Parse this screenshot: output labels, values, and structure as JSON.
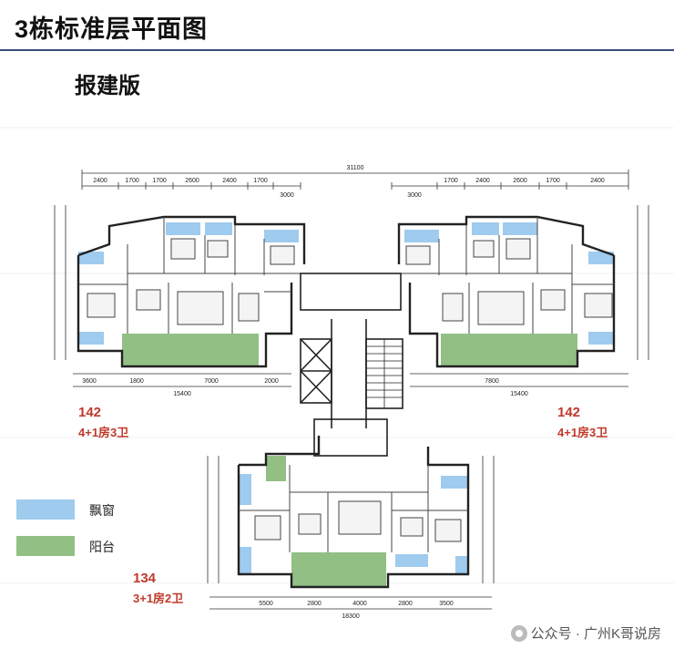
{
  "header": {
    "title": "3栋标准层平面图",
    "subtitle": "报建版"
  },
  "units": [
    {
      "area": "142",
      "type": "4+1房3卫"
    },
    {
      "area": "142",
      "type": "4+1房3卫"
    },
    {
      "area": "134",
      "type": "3+1房2卫"
    }
  ],
  "legend": [
    {
      "label": "飘窗",
      "color": "#9fcbee"
    },
    {
      "label": "阳台",
      "color": "#92bf84"
    }
  ],
  "dimensions": {
    "overall_top": "31100",
    "left_top": [
      "2400",
      "1700",
      "1700",
      "2600",
      "2400",
      "1700",
      "3000"
    ],
    "right_top": [
      "3000",
      "1700",
      "2400",
      "2600",
      "1700",
      "2400"
    ],
    "left_bottom": [
      "3600",
      "1800",
      "7000",
      "2000"
    ],
    "left_bottom_total": "15400",
    "right_bottom": [
      "7800"
    ],
    "right_bottom_total": "15400",
    "bottom_unit": [
      "5500",
      "2800",
      "4000",
      "2800",
      "3500"
    ],
    "bottom_unit_total": "18300"
  },
  "watermark": {
    "text": "公众号 · 广州K哥说房"
  }
}
